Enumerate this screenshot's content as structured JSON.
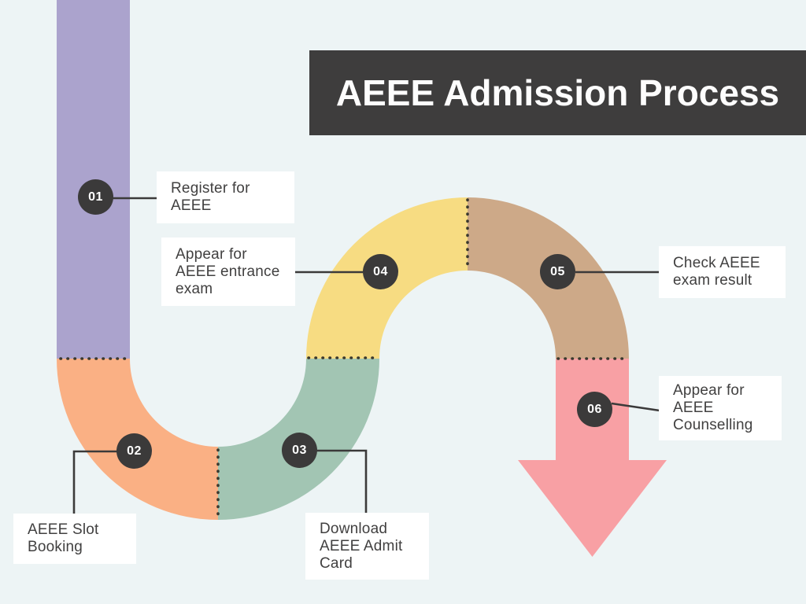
{
  "title": "AEEE Admission Process",
  "steps": [
    {
      "number": "01",
      "label": "Register for\nAEEE",
      "segment": "register-bar",
      "color": "#aba3cd"
    },
    {
      "number": "02",
      "label": "AEEE Slot\nBooking",
      "segment": "slot-booking-curve",
      "color": "#fab084"
    },
    {
      "number": "03",
      "label": "Download\nAEEE Admit\nCard",
      "segment": "admit-card-curve",
      "color": "#a2c5b3"
    },
    {
      "number": "04",
      "label": "Appear for\nAEEE entrance\nexam",
      "segment": "entrance-exam-curve",
      "color": "#f7dc82"
    },
    {
      "number": "05",
      "label": "Check AEEE\nexam result",
      "segment": "exam-result-curve",
      "color": "#cda988"
    },
    {
      "number": "06",
      "label": "Appear for\nAEEE\nCounselling",
      "segment": "counselling-arrow",
      "color": "#f8a0a4"
    }
  ],
  "colors": {
    "background": "#edf4f5",
    "title_bg": "#3e3d3d",
    "title_text": "#fdfdfd",
    "step_circle": "#3b3a3a",
    "step_number": "#ffffff",
    "label_bg": "#ffffff",
    "label_text": "#414040",
    "connector": "#3b3a3a",
    "divider_dots": "#3a392f"
  }
}
